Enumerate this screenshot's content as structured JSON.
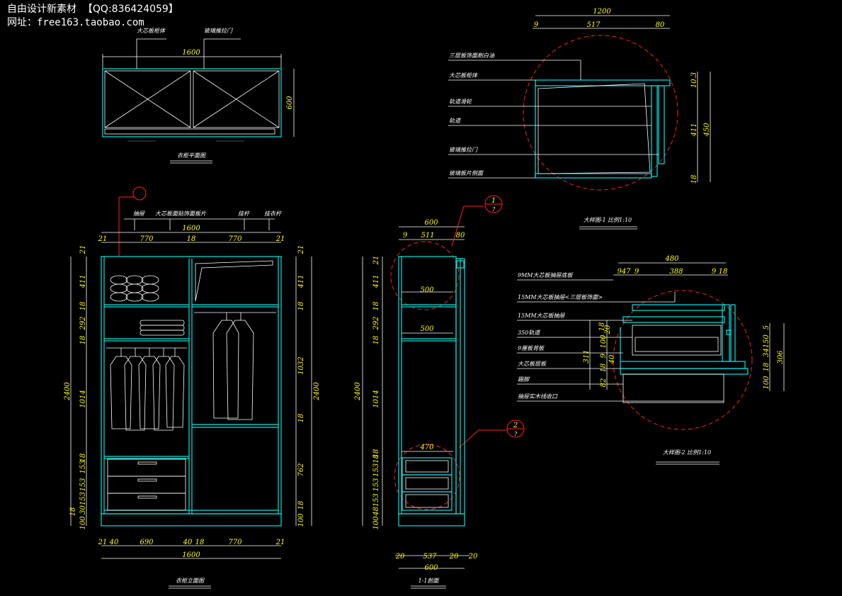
{
  "watermark": {
    "line1": "自由设计新素材  【QQ:836424059】",
    "line2_prefix": "网址：",
    "line2_url": "free163.taobao.com"
  },
  "plan": {
    "title": "衣柜平面图",
    "top_dim": "1600",
    "side_dim": "600",
    "callouts": [
      "大芯板柜体",
      "玻璃推拉门"
    ]
  },
  "elevation": {
    "title": "衣柜立面图",
    "top_callouts": [
      "抽屉",
      "大芯板面贴饰面板片",
      "挂杆",
      "挂衣杆"
    ],
    "top_total": "1600",
    "top_dims": [
      "21",
      "770",
      "18",
      "770",
      "21"
    ],
    "bottom_dims": [
      "21",
      "40",
      "690",
      "40",
      "18",
      "770",
      "21"
    ],
    "bottom_total": "1600",
    "left_total": "2400",
    "left_dims": [
      "21",
      "411",
      "18",
      "292",
      "18",
      "1014",
      "18",
      "153",
      "153",
      "30153",
      "18",
      "100"
    ],
    "right_total": "2400",
    "right_dims": [
      "21",
      "411",
      "18",
      "1032",
      "18",
      "762",
      "18",
      "100"
    ]
  },
  "section": {
    "title": "1-1剖面",
    "top_total": "600",
    "top_dims": [
      "9",
      "511",
      "80"
    ],
    "shelf_dims": [
      "500",
      "500",
      "470"
    ],
    "bottom_dims": [
      "20",
      "537",
      "20",
      "20"
    ],
    "bottom_total": "600",
    "left_total": "2400",
    "left_dims": [
      "21",
      "411",
      "18",
      "292",
      "18",
      "1014",
      "18",
      "15318",
      "153",
      "48153",
      "100"
    ],
    "marker1": "1",
    "marker2": "2",
    "marker_sub": "?"
  },
  "detail1": {
    "title": "大样图-1 比例1:10",
    "top_total": "1200",
    "top_dims": [
      "9",
      "517",
      "80"
    ],
    "right_dims": [
      "10.3",
      "411",
      "18"
    ],
    "right_total": "450",
    "callouts": [
      "三层板饰面刷白油",
      "大芯板柜体",
      "轨道滑轮",
      "轨道",
      "玻璃推拉门",
      "玻璃板片侧面"
    ]
  },
  "detail2": {
    "title": "大样图-2 比例1:10",
    "top_total": "480",
    "top_dims": [
      "947",
      "9",
      "388",
      "9",
      "18"
    ],
    "right_dims": [
      "5",
      "34150",
      "306"
    ],
    "mid_dims": [
      "18",
      "20",
      "100",
      "311",
      "9",
      "40",
      "18",
      "82"
    ],
    "callouts": [
      "9MM大芯板抽屉底板",
      "15MM大芯板抽屉<三层板饰面>",
      "15MM大芯板抽屉",
      "350轨道",
      "9厘板背板",
      "大芯板层板",
      "踢脚",
      "抽屉实木线收口"
    ]
  },
  "colors": {
    "background": "#000000",
    "outline": "#00e5e5",
    "dimension_text": "#ffff00",
    "annotation": "#ffffff",
    "detail_circle": "#ff2020"
  }
}
